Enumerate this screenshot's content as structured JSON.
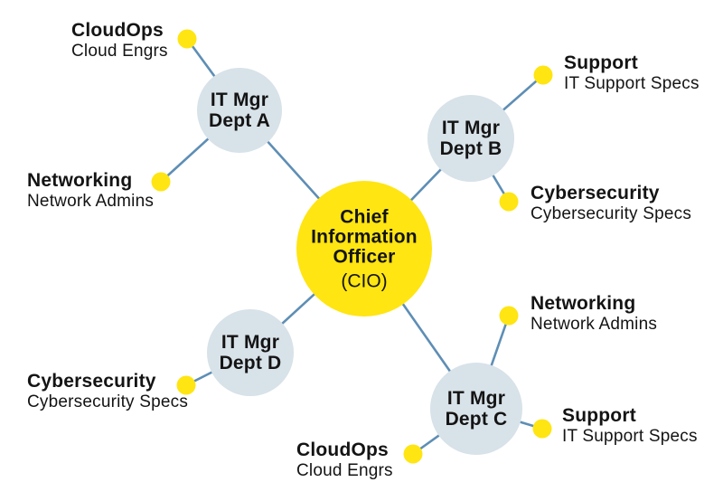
{
  "colors": {
    "node_primary": "#FFE512",
    "node_secondary": "#D8E2E9",
    "edge": "#5E8EB5",
    "dot": "#FFE512",
    "text": "#141414",
    "background": "#FFFFFF"
  },
  "center": {
    "title": "Chief Information Officer",
    "subtitle": "(CIO)"
  },
  "managers": [
    {
      "line1": "IT Mgr",
      "line2": "Dept A"
    },
    {
      "line1": "IT Mgr",
      "line2": "Dept B"
    },
    {
      "line1": "IT Mgr",
      "line2": "Dept C"
    },
    {
      "line1": "IT Mgr",
      "line2": "Dept D"
    }
  ],
  "teams": [
    {
      "role": "CloudOps",
      "staff": "Cloud Engrs",
      "reports_to": "Dept A"
    },
    {
      "role": "Networking",
      "staff": "Network Admins",
      "reports_to": "Dept A"
    },
    {
      "role": "Support",
      "staff": "IT Support Specs",
      "reports_to": "Dept B"
    },
    {
      "role": "Cybersecurity",
      "staff": "Cybersecurity Specs",
      "reports_to": "Dept B"
    },
    {
      "role": "Networking",
      "staff": "Network Admins",
      "reports_to": "Dept C"
    },
    {
      "role": "Support",
      "staff": "IT Support Specs",
      "reports_to": "Dept C"
    },
    {
      "role": "CloudOps",
      "staff": "Cloud Engrs",
      "reports_to": "Dept C"
    },
    {
      "role": "Cybersecurity",
      "staff": "Cybersecurity Specs",
      "reports_to": "Dept D"
    }
  ]
}
